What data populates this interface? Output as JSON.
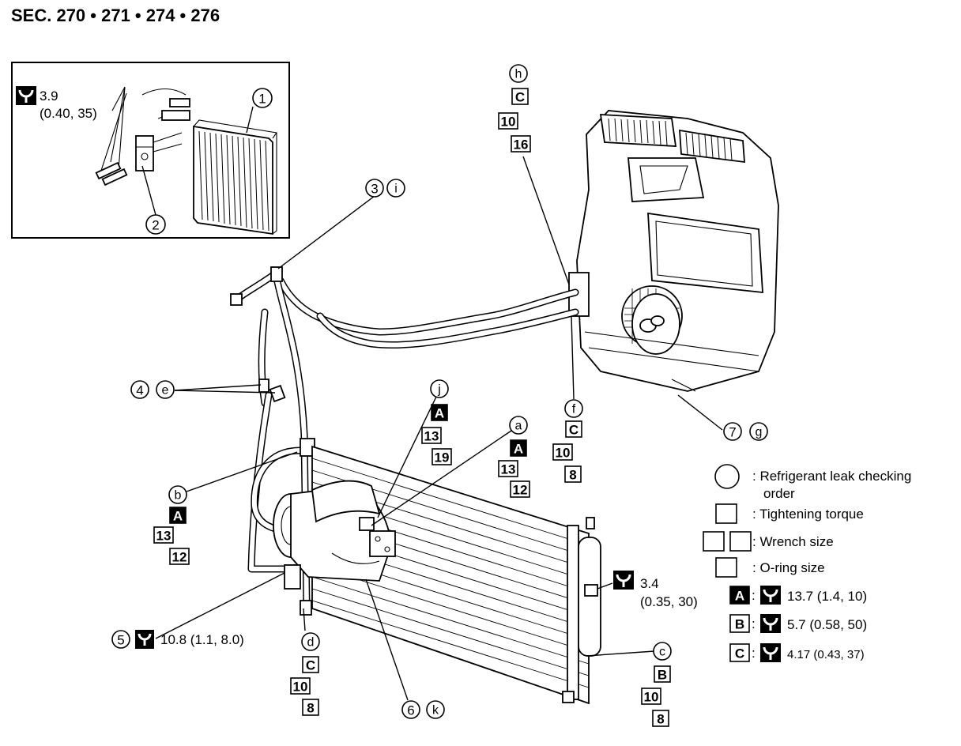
{
  "header": {
    "title": "SEC. 270 • 271 • 274 • 276"
  },
  "inset": {
    "torque_value": "3.9",
    "torque_paren": "(0.40, 35)",
    "callout_1": "1",
    "callout_2": "2"
  },
  "callouts": {
    "n3": "3",
    "i": "i",
    "n4": "4",
    "e": "e",
    "h": "h",
    "f": "f",
    "n7": "7",
    "g": "g",
    "j": "j",
    "a": "a",
    "b": "b",
    "d": "d",
    "c": "c",
    "n5": "5",
    "n6": "6",
    "k": "k"
  },
  "stacks": {
    "h": {
      "letter": "C",
      "n1": "10",
      "n2": "16"
    },
    "f": {
      "letter": "C",
      "n1": "10",
      "n2": "8"
    },
    "j": {
      "letter": "A",
      "n1": "13",
      "n2": "19"
    },
    "a": {
      "letter": "A",
      "n1": "13",
      "n2": "12"
    },
    "b": {
      "letter": "A",
      "n1": "13",
      "n2": "12"
    },
    "d": {
      "letter": "C",
      "n1": "10",
      "n2": "8"
    },
    "c": {
      "letter": "B",
      "n1": "10",
      "n2": "8"
    }
  },
  "torques": {
    "liquid_tank_value": "3.4",
    "liquid_tank_paren": "(0.35, 30)",
    "compressor_bolt": "10.8 (1.1, 8.0)"
  },
  "legend": {
    "leak_line1": ": Refrigerant leak checking",
    "leak_line2": "order",
    "tightening": ": Tightening torque",
    "wrench": ": Wrench size",
    "oring": ": O-ring size",
    "a_letter": "A",
    "a_value": "13.7 (1.4, 10)",
    "b_letter": "B",
    "b_value": "5.7 (0.58, 50)",
    "c_letter": "C",
    "c_value": "4.17 (0.43, 37)"
  }
}
